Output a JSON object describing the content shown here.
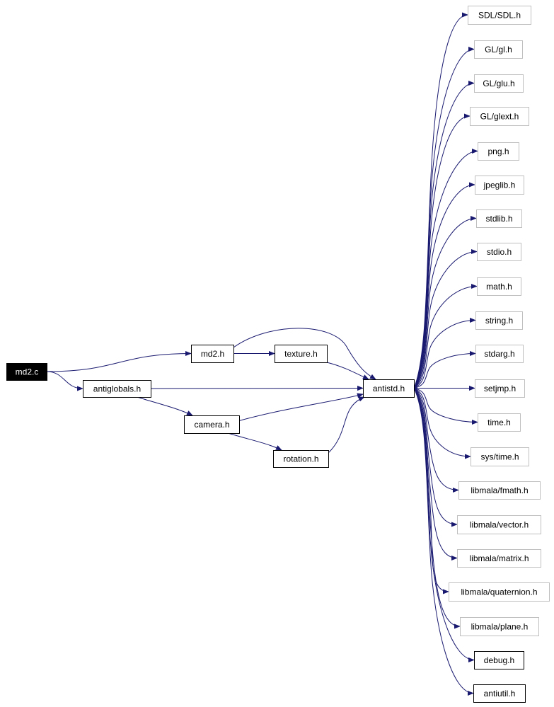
{
  "diagram": {
    "type": "include-dependency-graph",
    "colors": {
      "edge": "#191970",
      "node_border": "#000000",
      "external_node_border": "#bfbfbf",
      "root_fill": "#000000",
      "root_text": "#ffffff"
    },
    "nodes": [
      {
        "id": "md2_c",
        "label": "md2.c",
        "kind": "root"
      },
      {
        "id": "antiglobals_h",
        "label": "antiglobals.h",
        "kind": "project"
      },
      {
        "id": "md2_h",
        "label": "md2.h",
        "kind": "project"
      },
      {
        "id": "texture_h",
        "label": "texture.h",
        "kind": "project"
      },
      {
        "id": "camera_h",
        "label": "camera.h",
        "kind": "project"
      },
      {
        "id": "rotation_h",
        "label": "rotation.h",
        "kind": "project"
      },
      {
        "id": "antistd_h",
        "label": "antistd.h",
        "kind": "project"
      },
      {
        "id": "sdl_h",
        "label": "SDL/SDL.h",
        "kind": "external"
      },
      {
        "id": "gl_h",
        "label": "GL/gl.h",
        "kind": "external"
      },
      {
        "id": "glu_h",
        "label": "GL/glu.h",
        "kind": "external"
      },
      {
        "id": "glext_h",
        "label": "GL/glext.h",
        "kind": "external"
      },
      {
        "id": "png_h",
        "label": "png.h",
        "kind": "external"
      },
      {
        "id": "jpeglib_h",
        "label": "jpeglib.h",
        "kind": "external"
      },
      {
        "id": "stdlib_h",
        "label": "stdlib.h",
        "kind": "external"
      },
      {
        "id": "stdio_h",
        "label": "stdio.h",
        "kind": "external"
      },
      {
        "id": "math_h",
        "label": "math.h",
        "kind": "external"
      },
      {
        "id": "string_h",
        "label": "string.h",
        "kind": "external"
      },
      {
        "id": "stdarg_h",
        "label": "stdarg.h",
        "kind": "external"
      },
      {
        "id": "setjmp_h",
        "label": "setjmp.h",
        "kind": "external"
      },
      {
        "id": "time_h",
        "label": "time.h",
        "kind": "external"
      },
      {
        "id": "systime_h",
        "label": "sys/time.h",
        "kind": "external"
      },
      {
        "id": "fmath_h",
        "label": "libmala/fmath.h",
        "kind": "external"
      },
      {
        "id": "vector_h",
        "label": "libmala/vector.h",
        "kind": "external"
      },
      {
        "id": "matrix_h",
        "label": "libmala/matrix.h",
        "kind": "external"
      },
      {
        "id": "quaternion_h",
        "label": "libmala/quaternion.h",
        "kind": "external"
      },
      {
        "id": "plane_h",
        "label": "libmala/plane.h",
        "kind": "external"
      },
      {
        "id": "debug_h",
        "label": "debug.h",
        "kind": "project"
      },
      {
        "id": "antiutil_h",
        "label": "antiutil.h",
        "kind": "project"
      }
    ],
    "edges": [
      [
        "md2_c",
        "md2_h"
      ],
      [
        "md2_c",
        "antiglobals_h"
      ],
      [
        "md2_h",
        "antistd_h"
      ],
      [
        "md2_h",
        "texture_h"
      ],
      [
        "texture_h",
        "antistd_h"
      ],
      [
        "antiglobals_h",
        "antistd_h"
      ],
      [
        "antiglobals_h",
        "camera_h"
      ],
      [
        "camera_h",
        "antistd_h"
      ],
      [
        "camera_h",
        "rotation_h"
      ],
      [
        "rotation_h",
        "antistd_h"
      ],
      [
        "antistd_h",
        "sdl_h"
      ],
      [
        "antistd_h",
        "gl_h"
      ],
      [
        "antistd_h",
        "glu_h"
      ],
      [
        "antistd_h",
        "glext_h"
      ],
      [
        "antistd_h",
        "png_h"
      ],
      [
        "antistd_h",
        "jpeglib_h"
      ],
      [
        "antistd_h",
        "stdlib_h"
      ],
      [
        "antistd_h",
        "stdio_h"
      ],
      [
        "antistd_h",
        "math_h"
      ],
      [
        "antistd_h",
        "string_h"
      ],
      [
        "antistd_h",
        "stdarg_h"
      ],
      [
        "antistd_h",
        "setjmp_h"
      ],
      [
        "antistd_h",
        "time_h"
      ],
      [
        "antistd_h",
        "systime_h"
      ],
      [
        "antistd_h",
        "fmath_h"
      ],
      [
        "antistd_h",
        "vector_h"
      ],
      [
        "antistd_h",
        "matrix_h"
      ],
      [
        "antistd_h",
        "quaternion_h"
      ],
      [
        "antistd_h",
        "plane_h"
      ],
      [
        "antistd_h",
        "debug_h"
      ],
      [
        "antistd_h",
        "antiutil_h"
      ]
    ]
  }
}
